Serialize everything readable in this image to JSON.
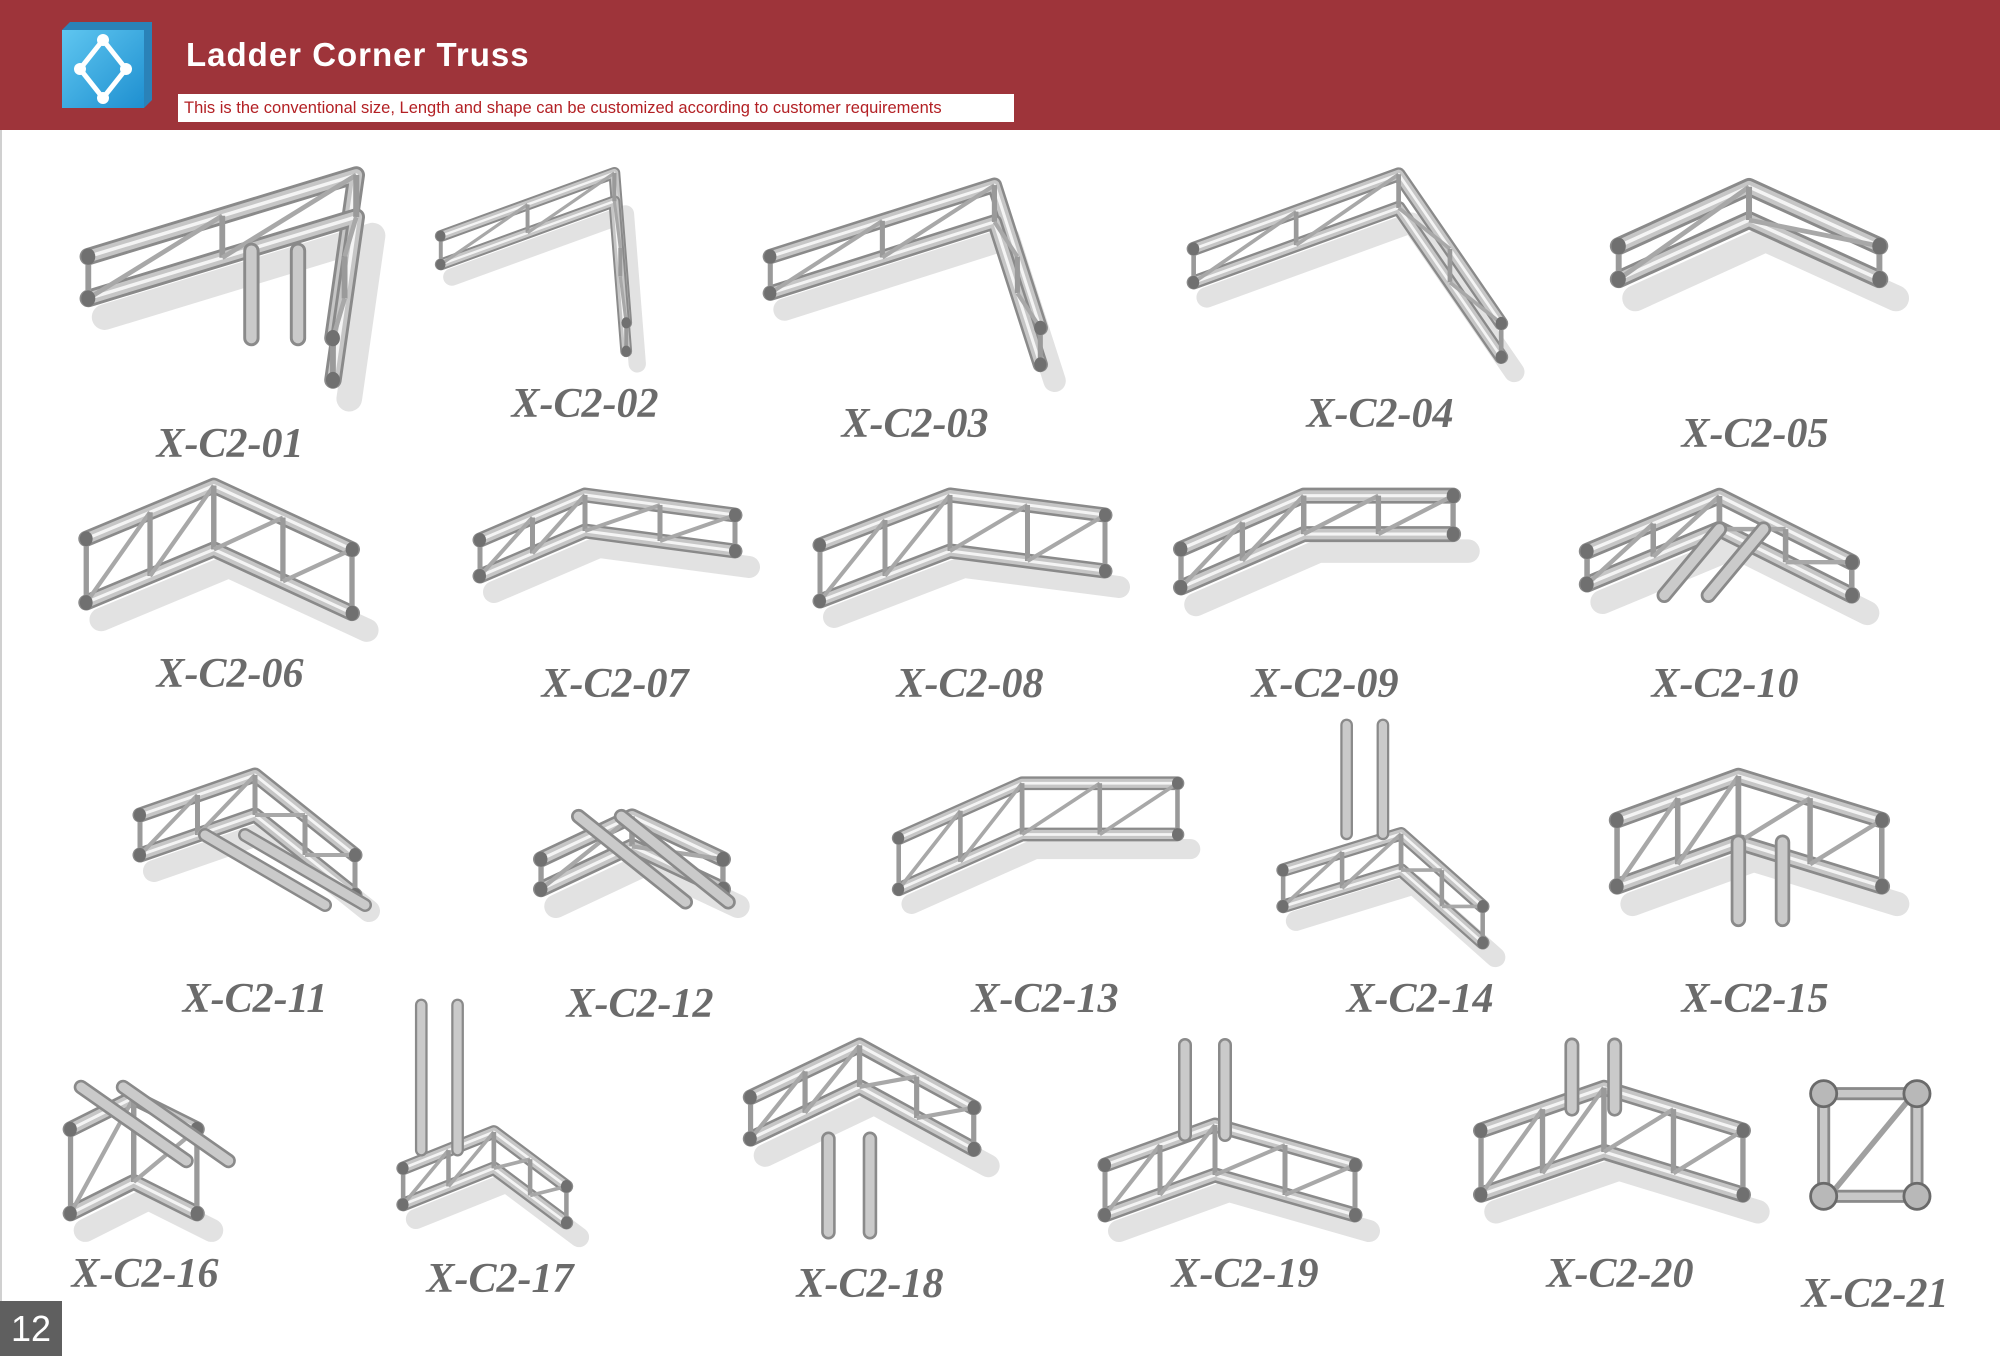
{
  "header": {
    "title": "Ladder Corner Truss",
    "subtitle": "This is the conventional size, Length and shape can be customized according to customer requirements",
    "logo_icon": "diamond-nodes-logo-icon",
    "band_color": "#9e343a",
    "subtitle_color": "#b32024"
  },
  "products": [
    {
      "code": "X-C2-01",
      "shape": "corner-90-split"
    },
    {
      "code": "X-C2-02",
      "shape": "corner-90-down"
    },
    {
      "code": "X-C2-03",
      "shape": "corner-90"
    },
    {
      "code": "X-C2-04",
      "shape": "corner-90-vertical"
    },
    {
      "code": "X-C2-05",
      "shape": "corner-90-small"
    },
    {
      "code": "X-C2-06",
      "shape": "corner-120"
    },
    {
      "code": "X-C2-07",
      "shape": "corner-135"
    },
    {
      "code": "X-C2-08",
      "shape": "corner-150"
    },
    {
      "code": "X-C2-09",
      "shape": "corner-165"
    },
    {
      "code": "X-C2-10",
      "shape": "t-junction"
    },
    {
      "code": "X-C2-11",
      "shape": "t-junction-3way"
    },
    {
      "code": "X-C2-12",
      "shape": "cross-4way"
    },
    {
      "code": "X-C2-13",
      "shape": "corner-150-long"
    },
    {
      "code": "X-C2-14",
      "shape": "corner-3way-up"
    },
    {
      "code": "X-C2-15",
      "shape": "corner-3way-down"
    },
    {
      "code": "X-C2-16",
      "shape": "cross-4way-vertical"
    },
    {
      "code": "X-C2-17",
      "shape": "t-3way-up"
    },
    {
      "code": "X-C2-18",
      "shape": "t-4way-down"
    },
    {
      "code": "X-C2-19",
      "shape": "corner-4way-up"
    },
    {
      "code": "X-C2-20",
      "shape": "corner-4way-down"
    },
    {
      "code": "X-C2-21",
      "shape": "box-corner"
    }
  ],
  "page_number": "12"
}
